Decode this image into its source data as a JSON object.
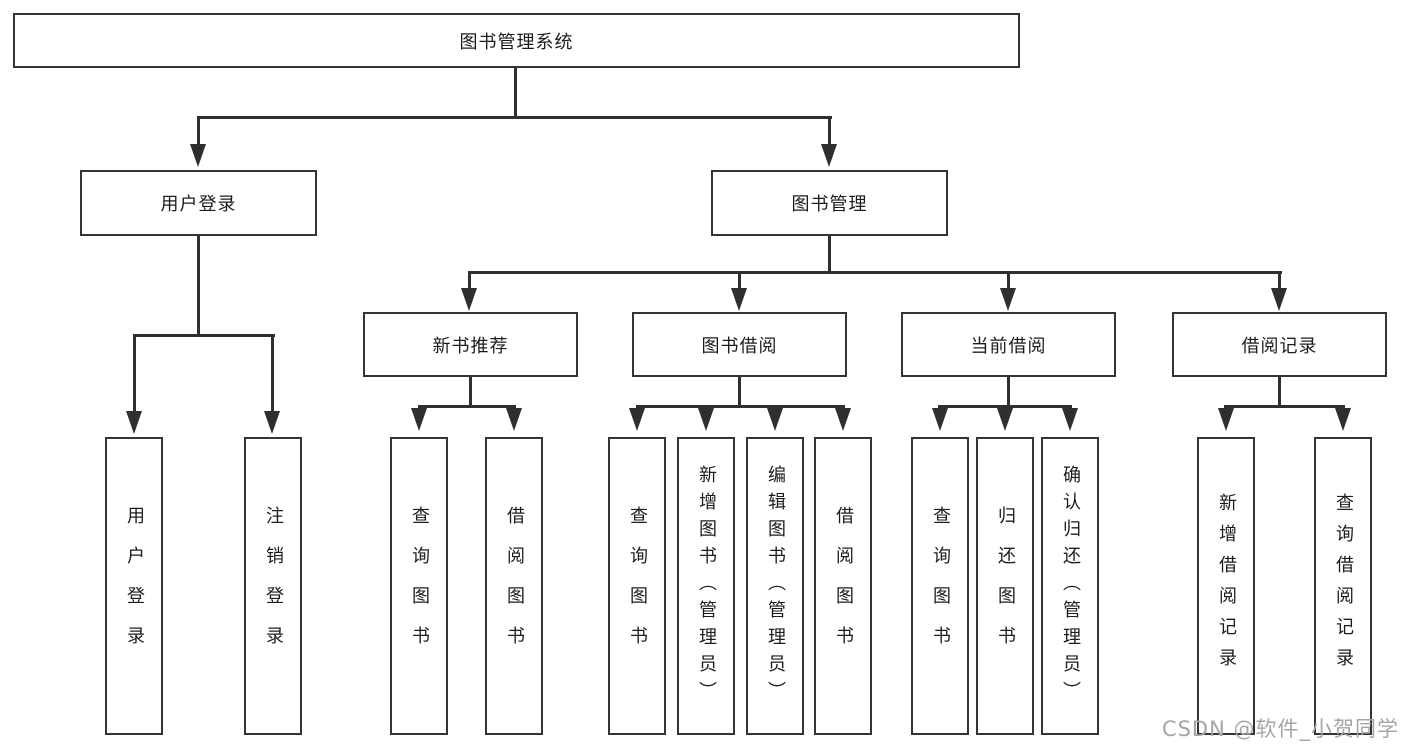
{
  "diagram_type": "hierarchy-tree",
  "colors": {
    "line": "#2f2f2f",
    "box_border": "#343434",
    "text": "#1c1c1c",
    "watermark_text_color": "#a6a6a6",
    "background": "#ffffff"
  },
  "watermark": {
    "text": "CSDN @软件_小贺同学"
  },
  "tree": {
    "root": {
      "label": "图书管理系统"
    },
    "children": [
      {
        "label": "用户登录",
        "children": [
          {
            "label": "用户登录"
          },
          {
            "label": "注销登录"
          }
        ]
      },
      {
        "label": "图书管理",
        "children": [
          {
            "label": "新书推荐",
            "children": [
              {
                "label": "查询图书"
              },
              {
                "label": "借阅图书"
              }
            ]
          },
          {
            "label": "图书借阅",
            "children": [
              {
                "label": "查询图书"
              },
              {
                "label": "新增图书（管理员）"
              },
              {
                "label": "编辑图书（管理员）"
              },
              {
                "label": "借阅图书"
              }
            ]
          },
          {
            "label": "当前借阅",
            "children": [
              {
                "label": "查询图书"
              },
              {
                "label": "归还图书"
              },
              {
                "label": "确认归还（管理员）"
              }
            ]
          },
          {
            "label": "借阅记录",
            "children": [
              {
                "label": "新增借阅记录"
              },
              {
                "label": "查询借阅记录"
              }
            ]
          }
        ]
      }
    ]
  }
}
